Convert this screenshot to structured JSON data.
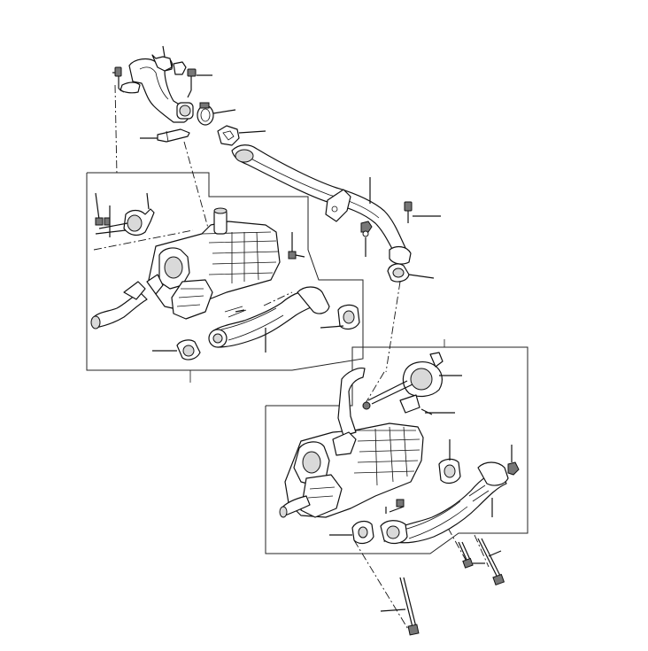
{
  "diagram": {
    "background": "#ffffff",
    "line_color": "#111111",
    "parts": [
      {
        "id": "upper-coolant-pipe",
        "icon": "coolant-pipe-icon"
      },
      {
        "id": "pipe-bolt-left",
        "icon": "bolt-icon"
      },
      {
        "id": "pipe-bolt-right",
        "icon": "bolt-icon"
      },
      {
        "id": "hose-clamp",
        "icon": "clamp-icon"
      },
      {
        "id": "pipe-clip",
        "icon": "clip-icon"
      },
      {
        "id": "pipe-bracket",
        "icon": "bracket-icon"
      },
      {
        "id": "long-coolant-hose",
        "icon": "hose-icon"
      },
      {
        "id": "hose-bracket-bolt",
        "icon": "bolt-icon"
      },
      {
        "id": "hose-nut",
        "icon": "nut-icon"
      },
      {
        "id": "flange-gasket-upper",
        "icon": "gasket-icon"
      },
      {
        "id": "egr-cooler-assembly-upper",
        "icon": "egr-cooler-icon"
      },
      {
        "id": "egr-cooler-assembly-lower",
        "icon": "egr-cooler-icon"
      },
      {
        "id": "egr-actuator",
        "icon": "actuator-icon"
      },
      {
        "id": "exhaust-tube",
        "icon": "exhaust-tube-icon"
      },
      {
        "id": "long-bolt",
        "icon": "bolt-icon"
      }
    ]
  }
}
